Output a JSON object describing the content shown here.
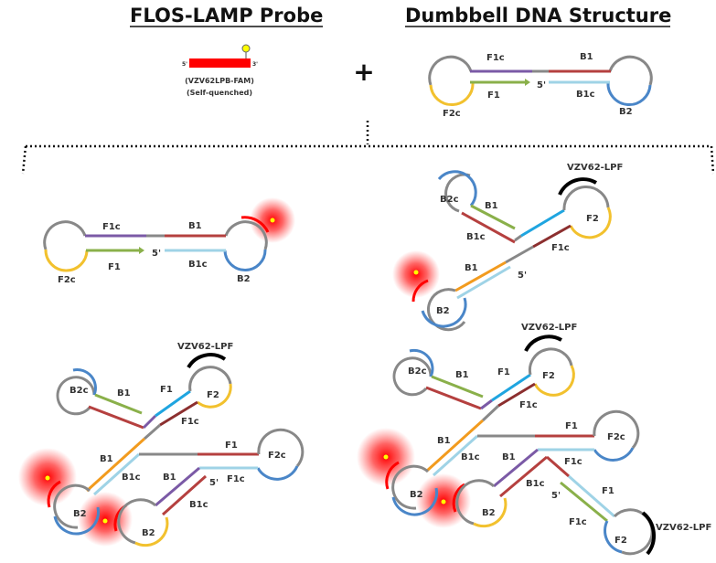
{
  "titles": {
    "probe": "FLOS-LAMP Probe",
    "dumbbell": "Dumbbell DNA Structure"
  },
  "probe": {
    "five": "5'",
    "three": "3'",
    "name": "(VZV62LPB-FAM)",
    "note": "(Self-quenched)"
  },
  "plus": "+",
  "labels": {
    "F1c": "F1c",
    "B1": "B1",
    "F1": "F1",
    "F2c": "F2c",
    "B1c": "B1c",
    "B2": "B2",
    "five_prime": "5'",
    "B2c": "B2c",
    "F2": "F2",
    "lpf": "VZV62-LPF"
  },
  "colors": {
    "gray": "#888888",
    "purple": "#7b5aa6",
    "red_brown": "#b5403f",
    "green": "#8ab04a",
    "light_blue": "#9fd3e6",
    "blue": "#4a86c8",
    "yellow": "#f2c12e",
    "cyan": "#1fa5e0",
    "orange": "#f29b1e",
    "dark_red": "#8c2f2f",
    "fluor_red": "#ff0000",
    "fluor_dot": "#ffff00"
  }
}
